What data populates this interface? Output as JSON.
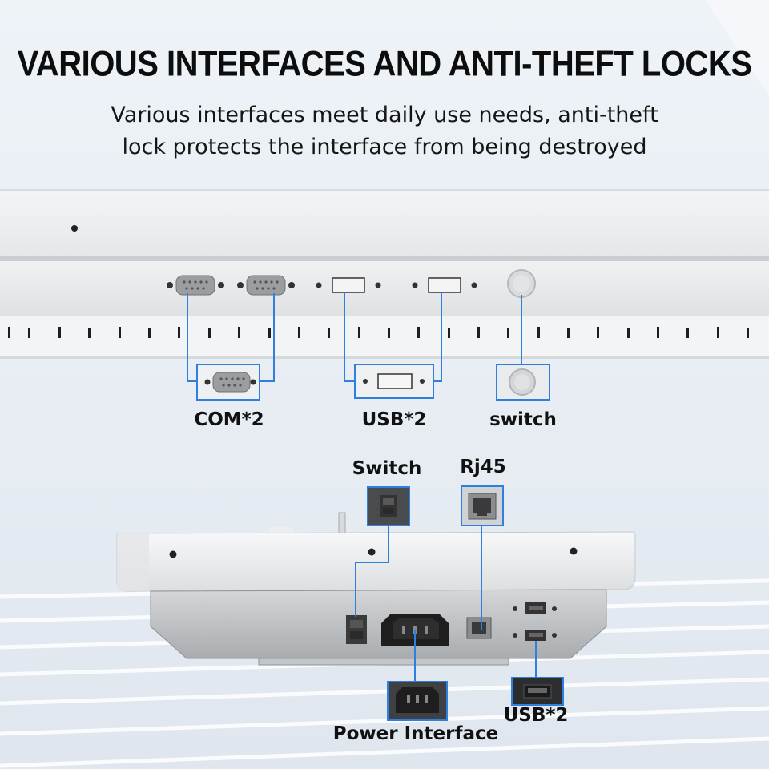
{
  "header": {
    "title": "VARIOUS INTERFACES AND ANTI-THEFT LOCKS",
    "subtitle_line1": "Various interfaces meet daily use needs, anti-theft",
    "subtitle_line2": "lock protects the interface from being destroyed"
  },
  "top_panel": {
    "labels": {
      "com": "COM*2",
      "usb": "USB*2",
      "switch": "switch"
    }
  },
  "bottom_panel": {
    "labels": {
      "switch": "Switch",
      "rj45": "Rj45",
      "power": "Power Interface",
      "usb": "USB*2"
    }
  },
  "colors": {
    "callout_blue": "#2f7fe0",
    "title_text": "#0d0d0d",
    "panel_white": "#f1f3f5",
    "panel_gray": "#b9bcbf"
  }
}
